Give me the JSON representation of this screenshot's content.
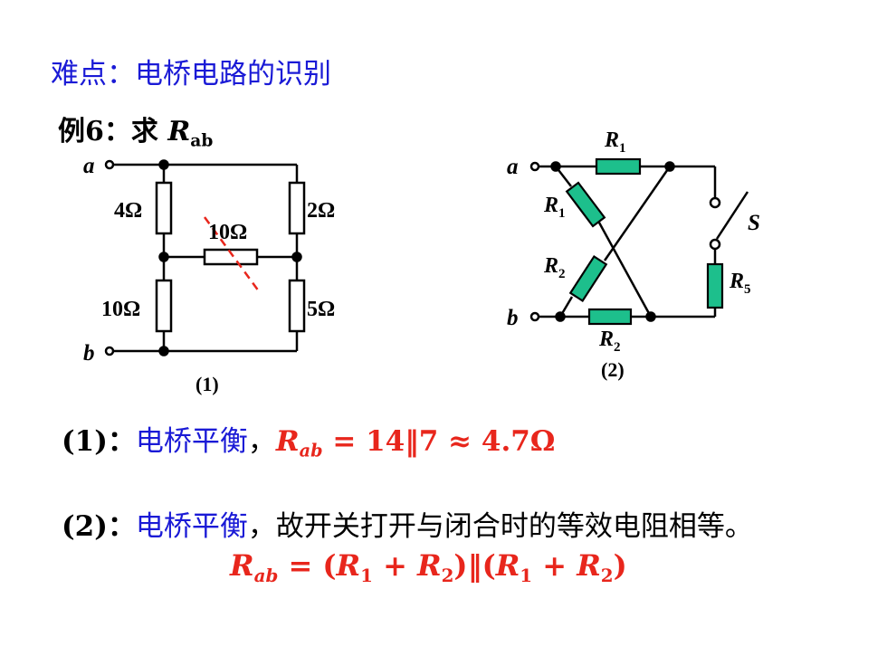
{
  "heading": "难点：电桥电路的识别",
  "example": {
    "label": "例6：求 ",
    "var": "R",
    "sub": "ab"
  },
  "circuit1": {
    "node_a": "a",
    "node_b": "b",
    "r_top_left": "4Ω",
    "r_top_right": "2Ω",
    "r_bridge": "10Ω",
    "r_bottom_left": "10Ω",
    "r_bottom_right": "5Ω",
    "caption": "(1)"
  },
  "circuit2": {
    "node_a": "a",
    "node_b": "b",
    "r_top": "R",
    "r_top_sub": "1",
    "r_diag1": "R",
    "r_diag1_sub": "1",
    "r_diag2": "R",
    "r_diag2_sub": "2",
    "r_bottom": "R",
    "r_bottom_sub": "2",
    "r5": "R",
    "r5_sub": "5",
    "switch": "S",
    "caption": "(2)"
  },
  "answer1": {
    "label": "(1)：",
    "text": "电桥平衡",
    "comma": "，",
    "formula_lhs": "R",
    "formula_lhs_sub": "ab",
    "formula_rhs": " = 14‖7 ≈ 4.7Ω"
  },
  "answer2": {
    "label": "(2)：",
    "text": "电桥平衡",
    "rest": "，故开关打开与闭合时的等效电阻相等。",
    "formula": {
      "lhs": "R",
      "lhs_sub": "ab",
      "r1": "R",
      "r1_sub": "1",
      "r2": "R",
      "r2_sub": "2"
    }
  },
  "colors": {
    "blue": "#1a1ad6",
    "red": "#e8261c",
    "resistor_green": "#1dbf8c"
  }
}
